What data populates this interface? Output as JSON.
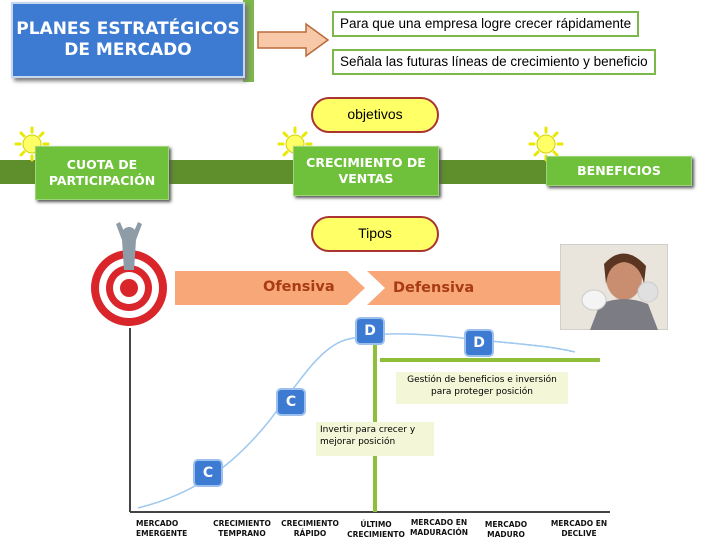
{
  "title": "PLANES ESTRATÉGICOS DE MERCADO",
  "notes": [
    "Para que una empresa logre crecer rápidamente",
    "Señala las futuras líneas de crecimiento y beneficio"
  ],
  "pills": {
    "objetivos": "objetivos",
    "tipos": "Tipos"
  },
  "objectives": [
    "CUOTA DE PARTICIPACIÓN",
    "CRECIMIENTO DE VENTAS",
    "BENEFICIOS"
  ],
  "strategy_types": {
    "offensive": "Ofensiva",
    "defensive": "Defensiva"
  },
  "badges": [
    "C",
    "C",
    "D",
    "D"
  ],
  "callouts": {
    "invest": "Invertir para crecer y mejorar posición",
    "profit": "Gestión de beneficios e inversión para proteger posición"
  },
  "stages": [
    "MERCADO EMERGENTE",
    "CRECIMIENTO TEMPRANO",
    "CRECIMIENTO RÁPIDO",
    "ÚLTIMO CRECIMIENTO",
    "MERCADO EN MADURACIÓN",
    "MERCADO MADURO",
    "MERCADO EN DECLIVE"
  ],
  "colors": {
    "blue": "#3d7ad1",
    "green": "#6fc03a",
    "yellow": "#ffff66",
    "orange": "#f8a878"
  }
}
